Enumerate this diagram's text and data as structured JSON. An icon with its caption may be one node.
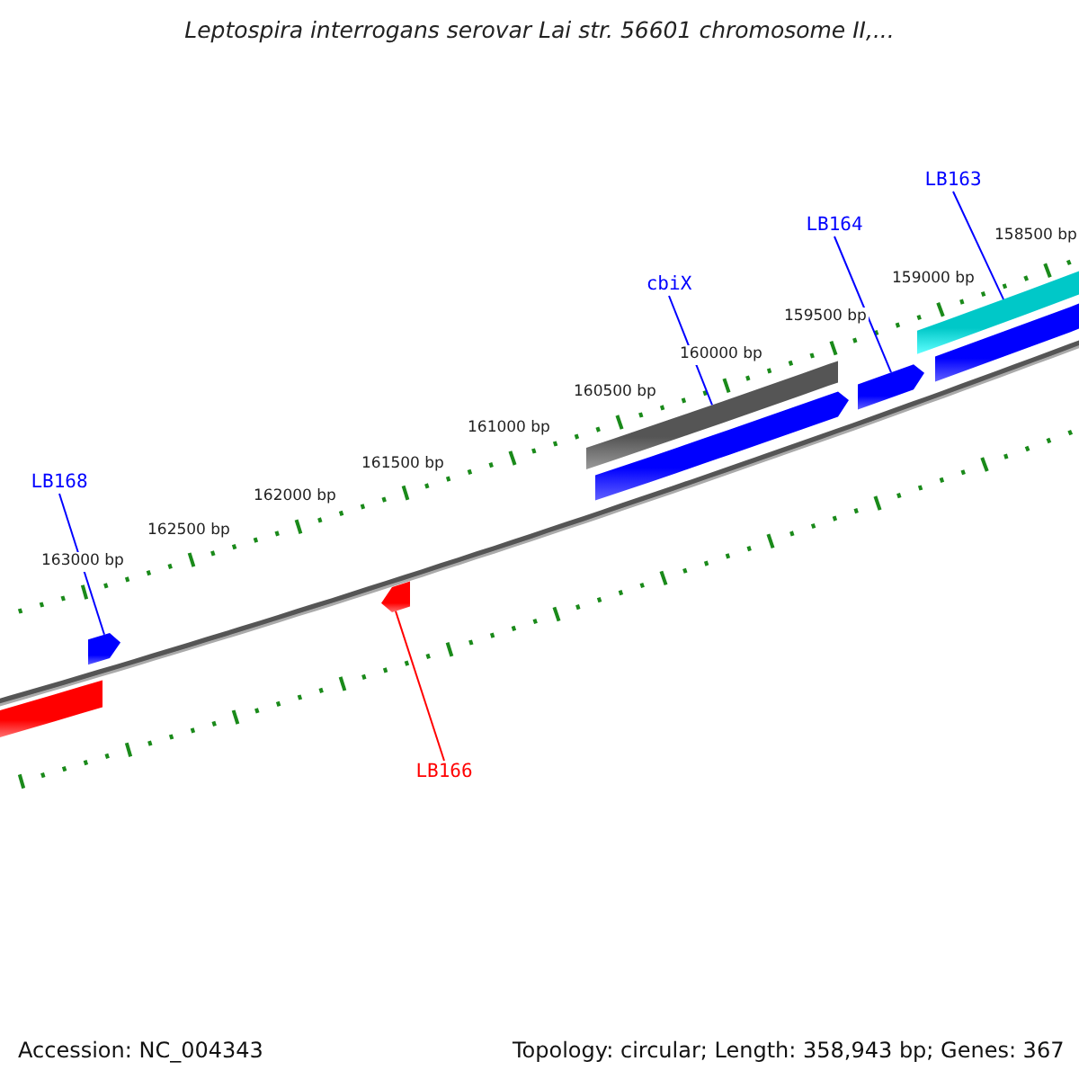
{
  "diagram": {
    "title": "Leptospira interrogans serovar Lai str. 56601 chromosome II,...",
    "nodes": [
      {
        "text": [
          "LB163"
        ]
      },
      {
        "text": [
          "LB164"
        ]
      },
      {
        "text": [
          "cbiX"
        ]
      },
      {
        "text": [
          "LB168"
        ]
      },
      {
        "text": [
          "LB166"
        ]
      },
      {
        "text": [],
        "shape": "arrow"
      },
      {
        "text": [],
        "shape": "arrow"
      },
      {
        "text": [],
        "shape": "arrow"
      },
      {
        "text": [],
        "shape": "arrow"
      },
      {
        "text": [],
        "shape": "arrow"
      },
      {
        "text": [],
        "shape": "arrow"
      },
      {
        "text": [],
        "shape": "arrow"
      },
      {
        "text": [],
        "shape": "arrow"
      }
    ],
    "edges": [
      {
        "from": 0,
        "to": 11,
        "arrow": "none"
      },
      {
        "from": 1,
        "to": 10,
        "arrow": "none"
      },
      {
        "from": 2,
        "to": 8,
        "arrow": "none"
      },
      {
        "from": 3,
        "to": 6,
        "arrow": "none"
      },
      {
        "from": 4,
        "to": 7,
        "arrow": "none",
        "color": "#ff0000"
      }
    ],
    "labels": [
      "163000 bp",
      "162500 bp",
      "162000 bp",
      "161500 bp",
      "161000 bp",
      "160500 bp",
      "160000 bp",
      "159500 bp",
      "159000 bp",
      "158500 bp",
      "Accession: NC_004343",
      "Topology: circular; Length: 358,943 bp; Genes: 367"
    ]
  }
}
